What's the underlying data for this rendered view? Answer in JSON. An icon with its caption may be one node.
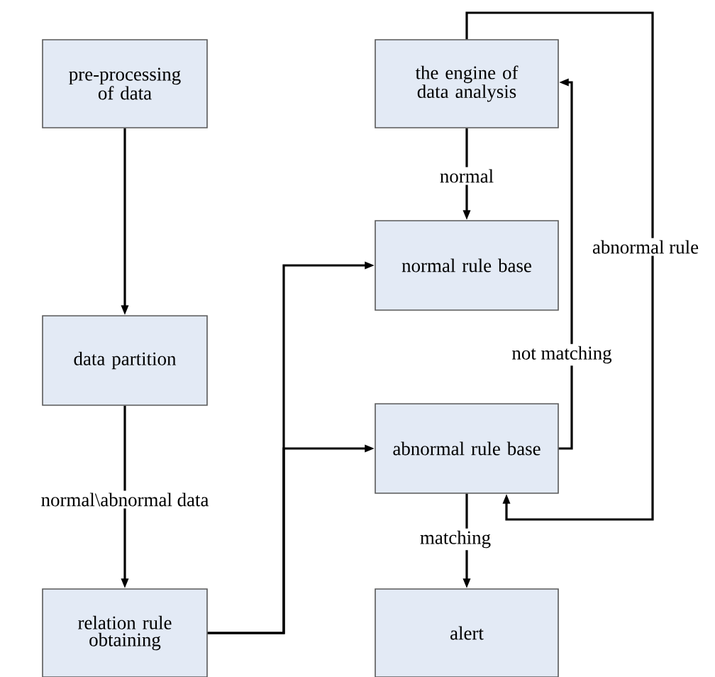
{
  "diagram": {
    "nodes": [
      {
        "text": [
          "pre-processing of data"
        ]
      },
      {
        "text": [
          "data partition"
        ]
      },
      {
        "text": [
          "relation rule obtaining"
        ]
      },
      {
        "text": [
          "the engine of data analysis"
        ]
      },
      {
        "text": [
          "normal rule base"
        ]
      },
      {
        "text": [
          "abnormal rule base"
        ]
      },
      {
        "text": [
          "alert"
        ]
      }
    ],
    "edges": [
      {
        "from": 0,
        "to": 1,
        "arrow": "to"
      },
      {
        "from": 1,
        "to": 2,
        "arrow": "to",
        "label": "normal\\abnormal data"
      },
      {
        "from": 2,
        "to": 4,
        "arrow": "to"
      },
      {
        "from": 2,
        "to": 5,
        "arrow": "to"
      },
      {
        "from": 3,
        "to": 4,
        "arrow": "to",
        "label": "normal"
      },
      {
        "from": 5,
        "to": 3,
        "arrow": "to",
        "label": "not matching"
      },
      {
        "from": 3,
        "to": 5,
        "arrow": "to",
        "label": "abnormal rule"
      },
      {
        "from": 5,
        "to": 6,
        "arrow": "to",
        "label": "matching"
      }
    ]
  }
}
